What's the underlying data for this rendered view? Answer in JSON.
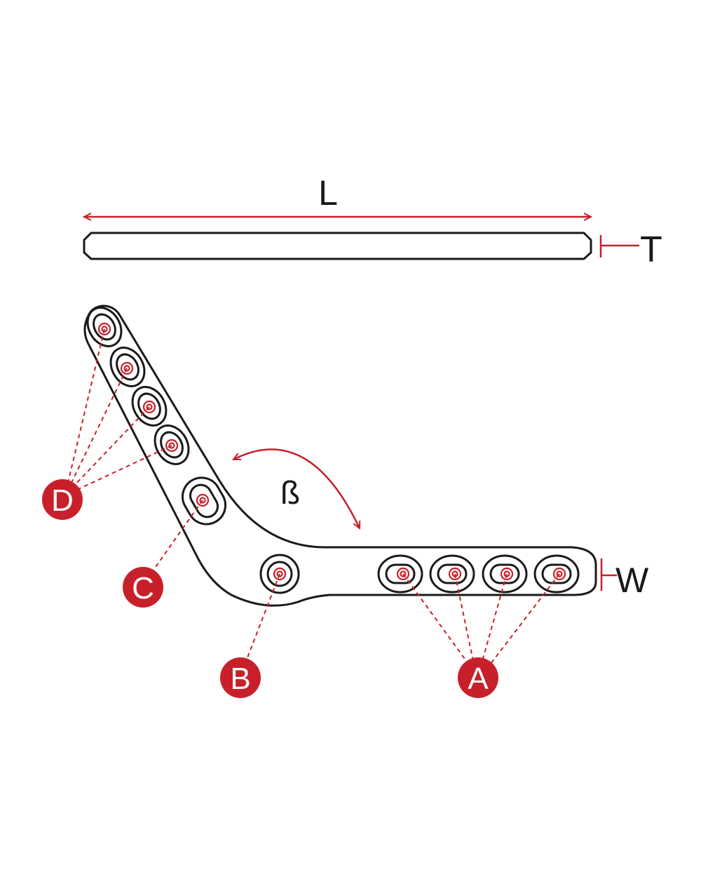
{
  "colors": {
    "accent": "#c8202a",
    "line": "#1a1a1a",
    "background": "#ffffff"
  },
  "dimensions": {
    "length": "L",
    "thickness": "T",
    "width": "W",
    "angle": "ß"
  },
  "callouts": {
    "a": "A",
    "b": "B",
    "c": "C",
    "d": "D"
  }
}
